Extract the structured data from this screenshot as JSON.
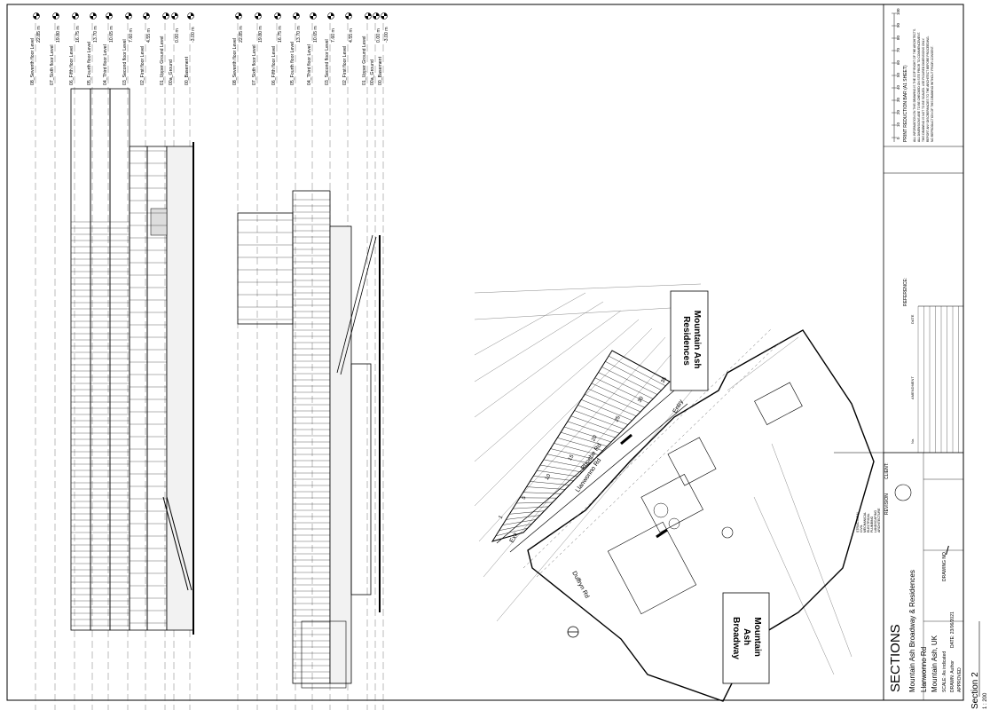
{
  "section_a": {
    "levels": [
      {
        "name": "08_Seventh floor Level",
        "elev": "22.85 m"
      },
      {
        "name": "07_Sixth floor Level",
        "elev": "19.80 m"
      },
      {
        "name": "06_Fifth floor Level",
        "elev": "16.75 m"
      },
      {
        "name": "05_Fourth floor Level",
        "elev": "13.70 m"
      },
      {
        "name": "04_Third floor Level",
        "elev": "10.65 m"
      },
      {
        "name": "03_Second floor Level",
        "elev": "7.60 m"
      },
      {
        "name": "02_First floor Level",
        "elev": "4.55 m"
      },
      {
        "name": "01_Upper Ground Level",
        "elev": ""
      },
      {
        "name": "00a_Ground",
        "elev": "0.00 m"
      },
      {
        "name": "00_Basement",
        "elev": "-3.00 m"
      }
    ]
  },
  "section_b": {
    "levels": [
      {
        "name": "08_Seventh floor Level",
        "elev": "22.85 m"
      },
      {
        "name": "07_Sixth floor Level",
        "elev": "19.80 m"
      },
      {
        "name": "06_Fifth floor Level",
        "elev": "16.75 m"
      },
      {
        "name": "05_Fourth floor Level",
        "elev": "13.70 m"
      },
      {
        "name": "04_Third floor Level",
        "elev": "10.65 m"
      },
      {
        "name": "03_Second floor Level",
        "elev": "7.60 m"
      },
      {
        "name": "02_First floor Level",
        "elev": "4.55 m"
      },
      {
        "name": "01_Upper Ground Level",
        "elev": ""
      },
      {
        "name": "00a_Ground",
        "elev": "0.00 m"
      },
      {
        "name": "00_Basement",
        "elev": "-3.00 m"
      }
    ]
  },
  "site_plan": {
    "label_residences_1": "Mountain Ash",
    "label_residences_2": "Residences",
    "label_broadway_1": "Mountain",
    "label_broadway_2": "Ash",
    "label_broadway_3": "Broadway",
    "road_1": "Phoebe Rd",
    "road_2": "Llanwonno Rd",
    "road_3": "Duffryn Rd",
    "entry": "Entry",
    "exit": "Exit",
    "plot_numbers": [
      "1",
      "5",
      "10",
      "15",
      "20",
      "25",
      "30",
      "35"
    ]
  },
  "title_block": {
    "sheet_title": "SECTIONS",
    "project": "Mountain Ash Broadway & Residences",
    "address_1": "Llanwonno Rd",
    "address_2": "Mountain Ash, UK",
    "scale": "SCALE: As indicated",
    "drawn": "DRAWN: Author",
    "date": "DATE: 23/06/2021",
    "approved": "APPROVED",
    "drawing_no": "DRAWING NO.",
    "revision": "REVISION",
    "client": "CLIENT:",
    "no": "No.",
    "amendment": "AMENDMENT",
    "date_col": "DATE",
    "reference": "REFERENCE:",
    "print_reduction": "PRINT REDUCTION BAR (A1 SHEET)",
    "scale_ticks": [
      "0",
      "10",
      "20",
      "30",
      "40",
      "50",
      "60",
      "70",
      "80",
      "90",
      "100"
    ],
    "disclaimer": [
      "ALL INFORMATION ON THIS DRAWING IS THE COPYRIGHT OF THE ARCHITECTS.",
      "ALL DIMENSIONS ARE TO BE CHECKED ON SITE PRIOR TO COMMENCEMENT.",
      "THIS DRAWING IS NOT TO BE SCALED. USE FIGURED DIMENSIONS ONLY.",
      "REPORT ANY DISCREPANCIES TO THE ARCHITECT BEFORE PROCEEDING.",
      "NO REPRODUCTION OF THIS DRAWING WITHOUT PRIOR CONSENT."
    ],
    "disciplines": [
      "STRUCTURAL",
      "CIVIL",
      "MECHANICAL",
      "ELECTRICAL",
      "PLUMBING",
      "LANDSCAPING",
      "ARCHITECTURE"
    ],
    "slash": "/"
  },
  "view_label": {
    "name": "Section 2",
    "scale": "1 : 200"
  }
}
